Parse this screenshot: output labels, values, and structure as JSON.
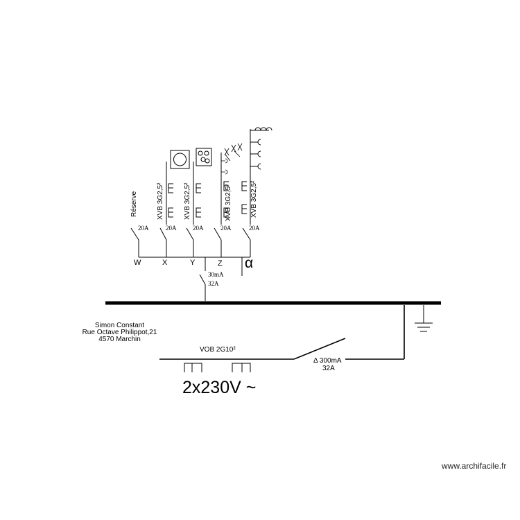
{
  "owner": {
    "name": "Simon Constant",
    "street": "Rue Octave Philippot,21",
    "city": "4570 Marchin"
  },
  "supply": {
    "voltage": "2x230V ~",
    "cable": "VOB 2G10²",
    "main_breaker_sensitivity": "Δ 300mA",
    "main_breaker_rating": "32A"
  },
  "rcd": {
    "sensitivity": "30mA",
    "rating": "32A"
  },
  "alpha_symbol": "α",
  "circuits": [
    {
      "id": "W",
      "rating": "20A",
      "label": "Réserve"
    },
    {
      "id": "X",
      "rating": "20A",
      "cable": "XVB 3G2,5²",
      "load": "cooking-plate-icon"
    },
    {
      "id": "Y",
      "rating": "20A",
      "cable": "XVB 3G2,5²",
      "load": "cooktop-icon"
    },
    {
      "id": "Z",
      "rating": "20A",
      "cable": "XVB 3G2,5²",
      "load": "light-points-icon"
    },
    {
      "id": "α",
      "rating": "20A",
      "cable": "XVB 3G2,5²",
      "load": "socket-outlets-icon"
    }
  ],
  "ground_symbol": "earth-ground-icon",
  "footer": "www.archifacile.fr"
}
